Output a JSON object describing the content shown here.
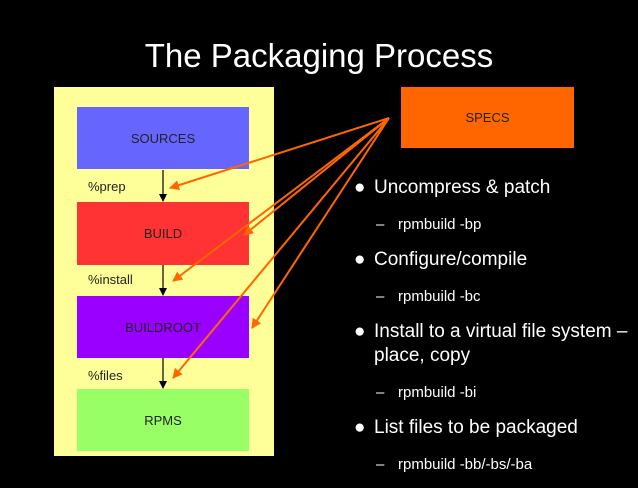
{
  "title": "The Packaging Process",
  "boxes": {
    "sources": "SOURCES",
    "build": "BUILD",
    "buildroot": "BUILDROOT",
    "rpms": "RPMS",
    "specs": "SPECS"
  },
  "labels": {
    "prep": "%prep",
    "install": "%install",
    "files": "%files"
  },
  "colors": {
    "sources": "#6666ff",
    "build": "#ff3333",
    "buildroot": "#9900ff",
    "rpms": "#99ff66",
    "specs": "#ff6600",
    "panel": "#ffff99",
    "arrow": "#ff6600"
  },
  "bullets": [
    {
      "text": "Uncompress & patch",
      "sub": "rpmbuild -bp"
    },
    {
      "text": "Configure/compile",
      "sub": "rpmbuild -bc"
    },
    {
      "text": "Install to a virtual file system – place, copy",
      "sub": "rpmbuild -bi"
    },
    {
      "text": "List files to be packaged",
      "sub": "rpmbuild -bb/-bs/-ba"
    }
  ],
  "bullet_glyph": "●",
  "dash_glyph": "–"
}
